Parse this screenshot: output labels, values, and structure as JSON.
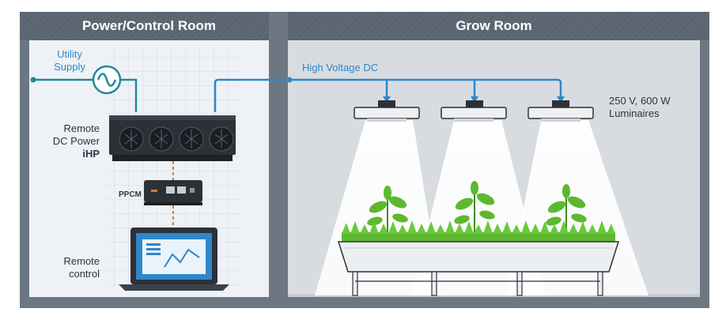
{
  "rooms": {
    "power_control": {
      "title": "Power/Control Room"
    },
    "grow": {
      "title": "Grow Room"
    }
  },
  "labels": {
    "utility_line1": "Utility",
    "utility_line2": "Supply",
    "high_voltage": "High Voltage DC",
    "remote_dc_line1": "Remote",
    "remote_dc_line2": "DC Power",
    "remote_dc_line3": "iHP",
    "ppcm": "PPCM",
    "remote_control_line1": "Remote",
    "remote_control_line2": "control",
    "luminaire_line1": "250 V, 600 W",
    "luminaire_line2": "Luminaires"
  },
  "colors": {
    "wall": "#6d7782",
    "header": "#5e6874",
    "power_room_bg": "#eef2f6",
    "grow_room_bg": "#dadee3",
    "cable_blue": "#2f86c8",
    "cable_teal": "#1f8a9a",
    "cable_orange": "#e8742c",
    "device_dark": "#2c3138",
    "leaf_green": "#5cb82f"
  },
  "icons": [
    "ac-source-icon",
    "power-supply-icon",
    "ppcm-module-icon",
    "laptop-icon",
    "luminaire-icon",
    "plant-icon"
  ]
}
